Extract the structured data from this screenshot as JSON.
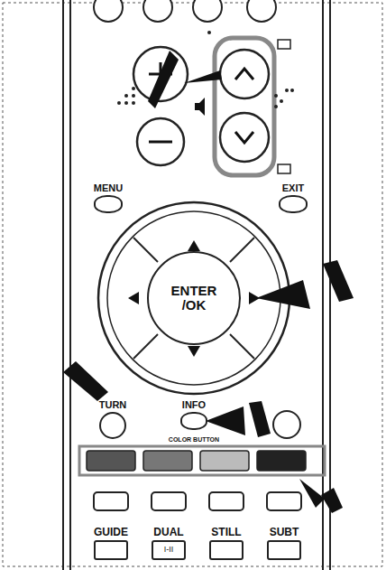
{
  "diagram": {
    "nodes": [
      {
        "text": [
          "MENU"
        ]
      },
      {
        "text": [
          "EXIT"
        ]
      },
      {
        "text": [
          "ENTER /OK"
        ]
      },
      {
        "text": [
          "TURN"
        ]
      },
      {
        "text": [
          "INFO"
        ]
      },
      {
        "text": [
          "GUIDE"
        ]
      },
      {
        "text": [
          "DUAL",
          "I-II"
        ]
      },
      {
        "text": [
          "STILL"
        ]
      },
      {
        "text": [
          "SUBT"
        ]
      }
    ],
    "labels": [
      "COLOR BUTTON"
    ]
  }
}
